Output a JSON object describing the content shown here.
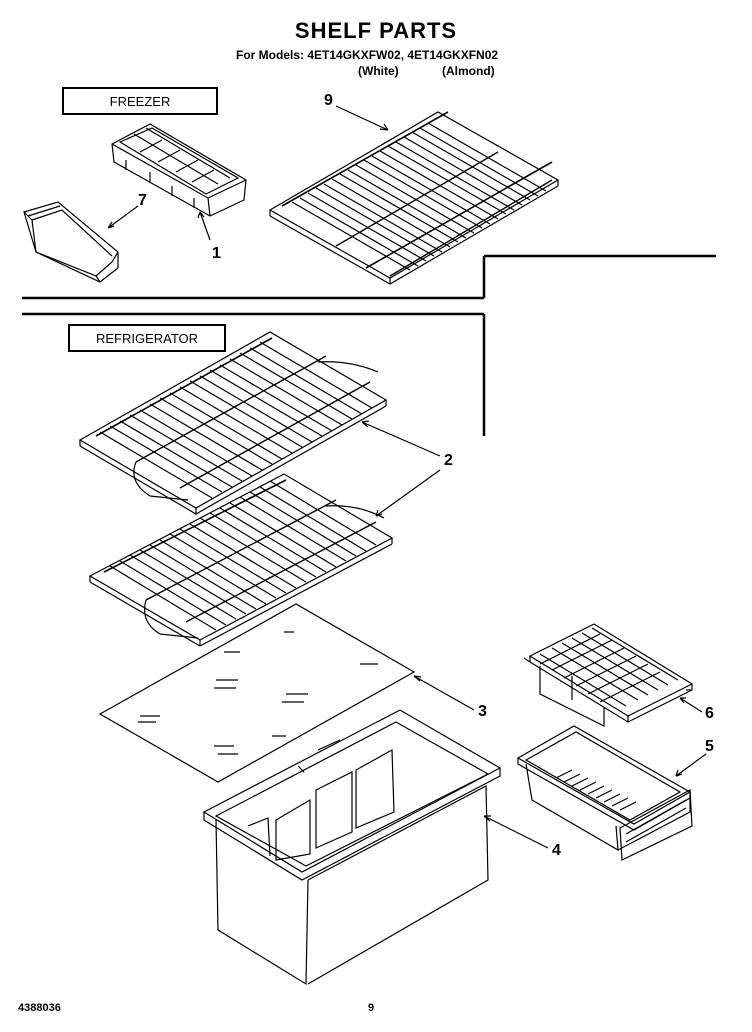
{
  "header": {
    "title": "SHELF PARTS",
    "models_line": "For Models: 4ET14GKXFW02, 4ET14GKXFN02",
    "variant_white": "(White)",
    "variant_almond": "(Almond)"
  },
  "sections": {
    "freezer_label": "FREEZER",
    "refrigerator_label": "REFRIGERATOR"
  },
  "callouts": [
    "9",
    "7",
    "1",
    "2",
    "3",
    "6",
    "5",
    "4"
  ],
  "footer": {
    "doc_number": "4388036",
    "page_number": "9"
  }
}
